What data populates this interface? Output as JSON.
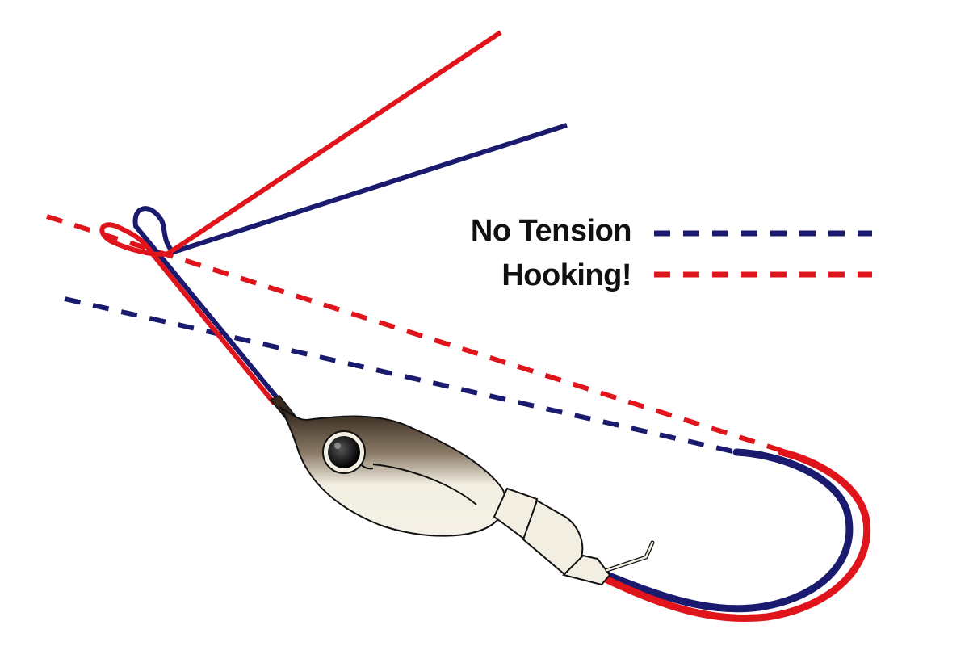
{
  "colors": {
    "no_tension": "#1a1a6e",
    "hooking": "#e0141b",
    "lure_body": "#f2eee2",
    "lure_shadow": "#3a2a1e",
    "outline": "#111111"
  },
  "legend": {
    "items": [
      {
        "label": "No Tension",
        "color_key": "no_tension",
        "line_style": "dashed"
      },
      {
        "label": "Hooking!",
        "color_key": "hooking",
        "line_style": "dashed"
      }
    ],
    "placement": "right"
  },
  "icons": {
    "lure": "jig-head-lure-icon",
    "eye": "lure-eye-icon"
  }
}
